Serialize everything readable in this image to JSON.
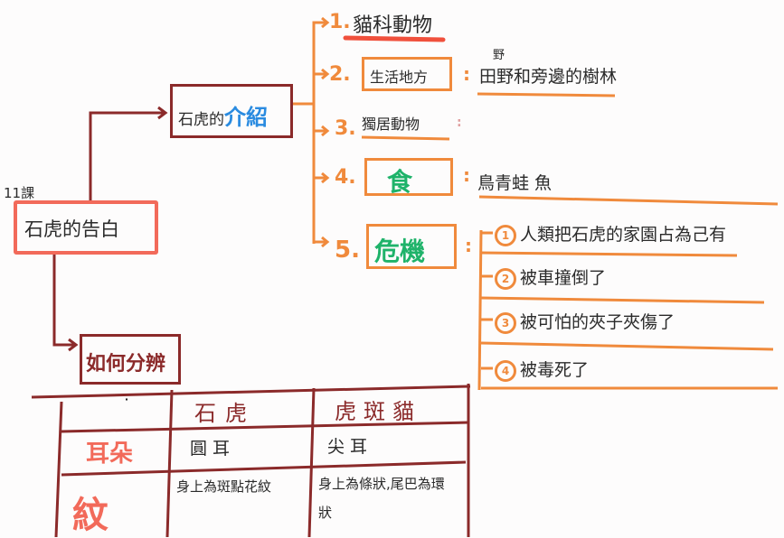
{
  "lesson": "11課",
  "center": "石虎的告白",
  "intro": {
    "prefix": "石虎的",
    "highlight": "介紹"
  },
  "branches": [
    {
      "num": "1.",
      "label": "貓科動物"
    },
    {
      "num": "2.",
      "label": "生活地方",
      "colon": ":",
      "answer_above": "野",
      "answer": "田野和旁邊的樹林"
    },
    {
      "num": "3.",
      "label": "獨居動物",
      "colon": ":"
    },
    {
      "num": "4.",
      "label": "食",
      "colon": ":",
      "answer": "鳥青蛙 魚"
    },
    {
      "num": "5.",
      "label": "危機",
      "colon": ":"
    }
  ],
  "crisis": [
    {
      "n": "1",
      "text": "人類把石虎的家園占為己有"
    },
    {
      "n": "2",
      "text": "被車撞倒了"
    },
    {
      "n": "3",
      "text": "被可怕的夾子夾傷了"
    },
    {
      "n": "4",
      "text": "被毒死了"
    }
  ],
  "distinguish": "如何分辨",
  "table": {
    "corner": "˙",
    "headers": [
      "石虎",
      "虎斑貓"
    ],
    "rows": [
      {
        "label": "耳朵",
        "cells": [
          "圓耳",
          "尖耳"
        ]
      },
      {
        "label": "紋",
        "cells": [
          "身上為斑點花紋",
          "身上為條狀,尾巴為環狀"
        ]
      }
    ]
  },
  "colors": {
    "dark_red": "#8b2a2a",
    "orange": "#f08a3c",
    "salmon": "#f26a5a",
    "green": "#1fb36a",
    "blue": "#2a8be0"
  }
}
